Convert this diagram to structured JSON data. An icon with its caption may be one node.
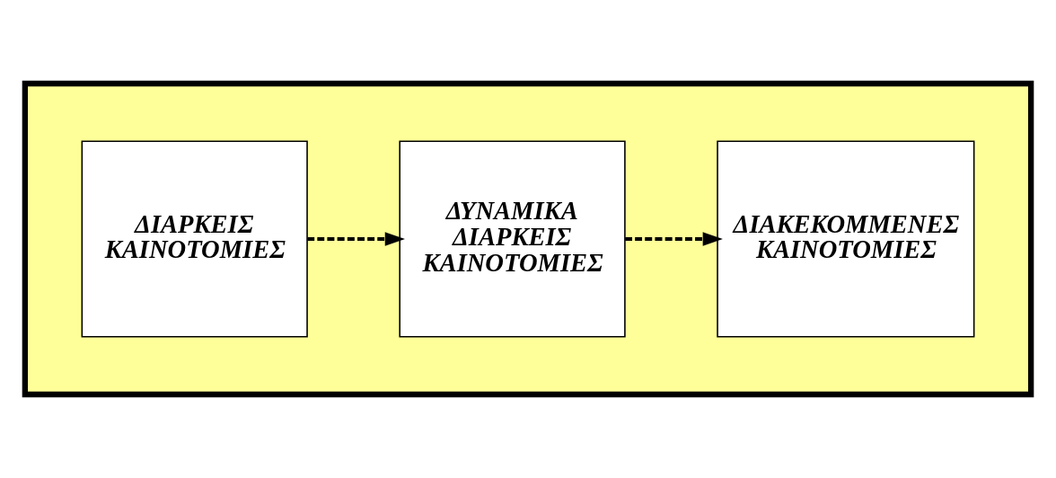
{
  "diagram": {
    "nodes": [
      {
        "text": [],
        "shape": "box"
      },
      {
        "text": [
          "ΔΙΑΡΚΕΙΣ ΚΑΙΝΟΤΟΜΙΕΣ"
        ],
        "in": 0
      },
      {
        "text": [
          "ΔΥΝΑΜΙΚΑ ΔΙΑΡΚΕΙΣ ΚΑΙΝΟΤΟΜΙΕΣ"
        ],
        "in": 0
      },
      {
        "text": [
          "ΔΙΑΚΕΚΟΜΜΕΝΕΣ ΚΑΙΝΟΤΟΜΙΕΣ"
        ],
        "in": 0
      }
    ],
    "edges": [
      {
        "from": 1,
        "to": 2,
        "arrow": "to",
        "style": "dashed"
      },
      {
        "from": 2,
        "to": 3,
        "arrow": "to",
        "style": "dashed"
      }
    ]
  }
}
